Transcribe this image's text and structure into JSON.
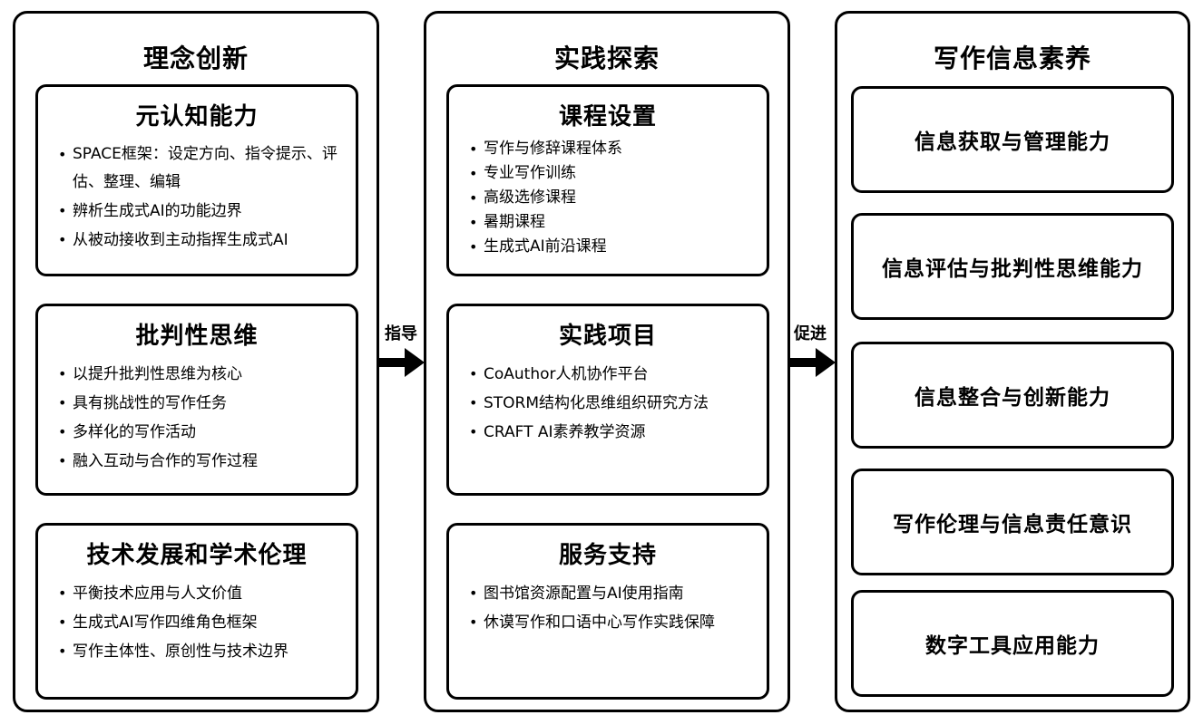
{
  "left": {
    "title": "理念创新",
    "boxes": [
      {
        "title": "元认知能力",
        "items": [
          "SPACE框架：设定方向、指令提示、评估、整理、编辑",
          "辨析生成式AI的功能边界",
          "从被动接收到主动指挥生成式AI"
        ]
      },
      {
        "title": "批判性思维",
        "items": [
          "以提升批判性思维为核心",
          "具有挑战性的写作任务",
          "多样化的写作活动",
          "融入互动与合作的写作过程"
        ]
      },
      {
        "title": "技术发展和学术伦理",
        "items": [
          "平衡技术应用与人文价值",
          "生成式AI写作四维角色框架",
          "写作主体性、原创性与技术边界"
        ]
      }
    ]
  },
  "middle": {
    "title": "实践探索",
    "boxes": [
      {
        "title": "课程设置",
        "items": [
          "写作与修辞课程体系",
          "专业写作训练",
          "高级选修课程",
          "暑期课程",
          "生成式AI前沿课程"
        ]
      },
      {
        "title": "实践项目",
        "items": [
          "CoAuthor人机协作平台",
          "STORM结构化思维组织研究方法",
          "CRAFT AI素养教学资源"
        ]
      },
      {
        "title": "服务支持",
        "items": [
          "图书馆资源配置与AI使用指南",
          "休谟写作和口语中心写作实践保障"
        ]
      }
    ]
  },
  "right": {
    "title": "写作信息素养",
    "boxes": [
      "信息获取与管理能力",
      "信息评估与批判性思维能力",
      "信息整合与创新能力",
      "写作伦理与信息责任意识",
      "数字工具应用能力"
    ]
  },
  "arrows": {
    "left_to_middle": "指导",
    "middle_to_right": "促进"
  }
}
